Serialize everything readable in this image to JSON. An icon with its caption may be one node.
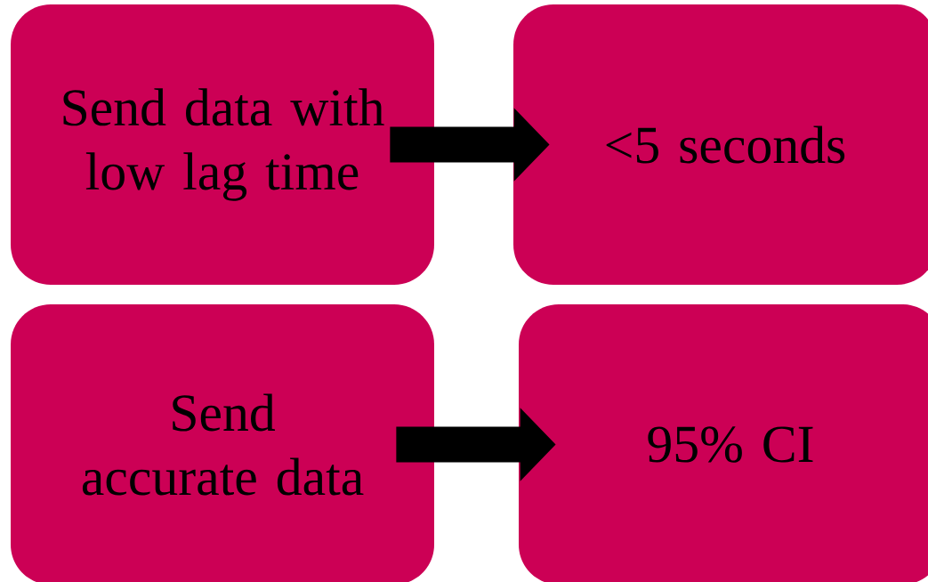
{
  "diagram": {
    "nodes": [
      {
        "text": [
          "Send data with low lag time"
        ]
      },
      {
        "text": [
          "<5 seconds"
        ]
      },
      {
        "text": [
          "Send accurate data"
        ]
      },
      {
        "text": [
          "95% CI"
        ]
      }
    ],
    "edges": [
      {
        "from": 0,
        "to": 1,
        "arrow": "to"
      },
      {
        "from": 2,
        "to": 3,
        "arrow": "to"
      }
    ]
  }
}
